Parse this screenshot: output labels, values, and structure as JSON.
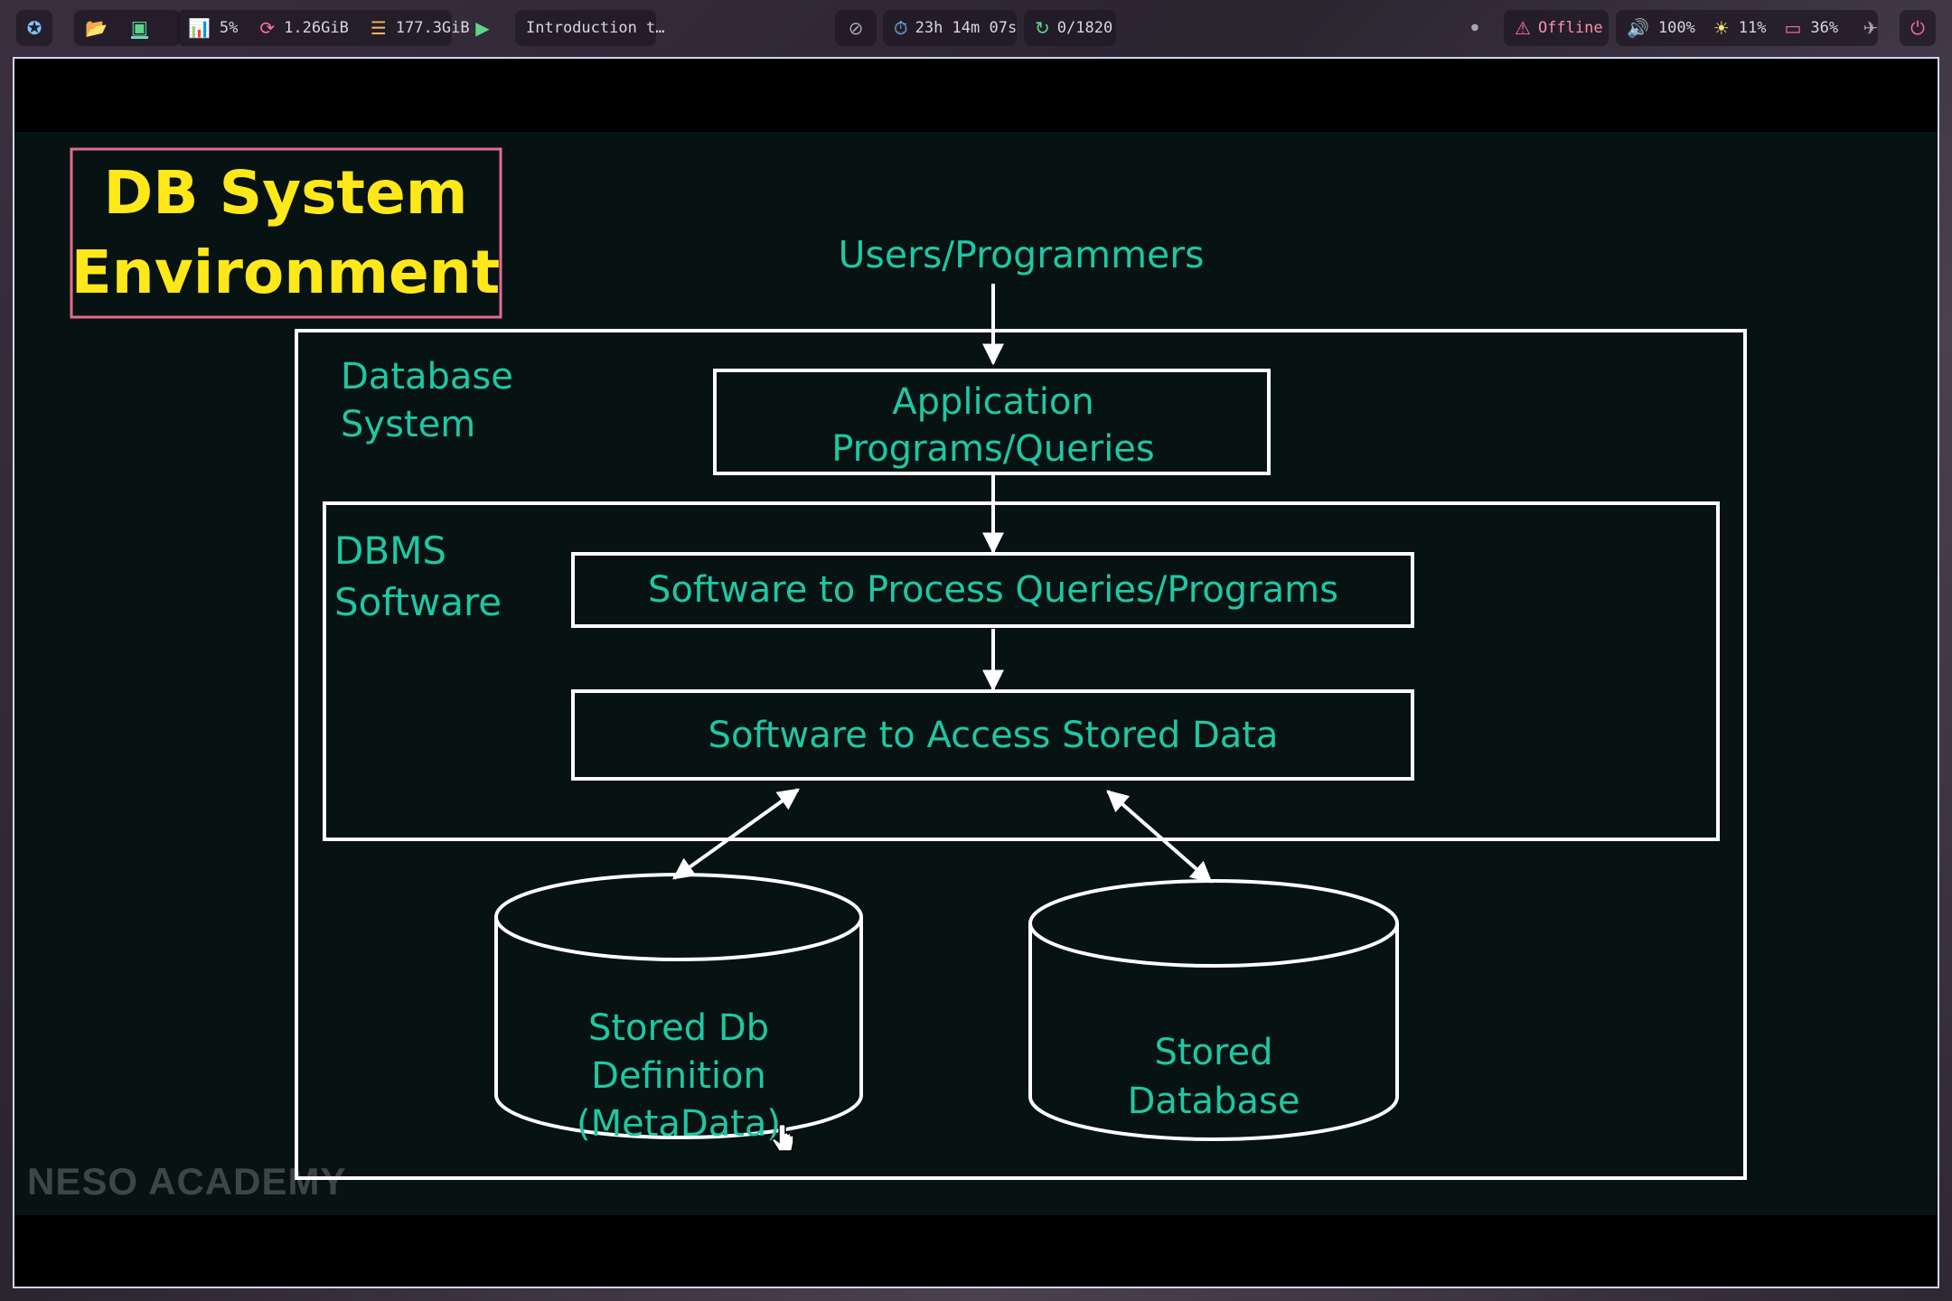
{
  "topbar": {
    "cpu": "5%",
    "memory": "1.26GiB",
    "disk": "177.3GiB",
    "window_title": "Introduction t…",
    "timer": "23h 14m 07s",
    "counter": "0/1820",
    "network": "Offline",
    "volume": "100%",
    "brightness": "11%",
    "battery": "36%"
  },
  "slide": {
    "title_line1": "DB System",
    "title_line2": "Environment",
    "users": "Users/Programmers",
    "database_system_line1": "Database",
    "database_system_line2": "System",
    "app_line1": "Application",
    "app_line2": "Programs/Queries",
    "dbms_line1": "DBMS",
    "dbms_line2": "Software",
    "process_queries": "Software to Process Queries/Programs",
    "access_data": "Software to Access Stored Data",
    "metadata_line1": "Stored Db",
    "metadata_line2": "Definition",
    "metadata_line3": "(MetaData)",
    "stored_db_line1": "Stored",
    "stored_db_line2": "Database",
    "watermark": "NESO ACADEMY"
  },
  "colors": {
    "accent": "#1fc7a3",
    "title": "#ffe81a",
    "title_border": "#e56b8d",
    "slide_bg": "#061312"
  }
}
